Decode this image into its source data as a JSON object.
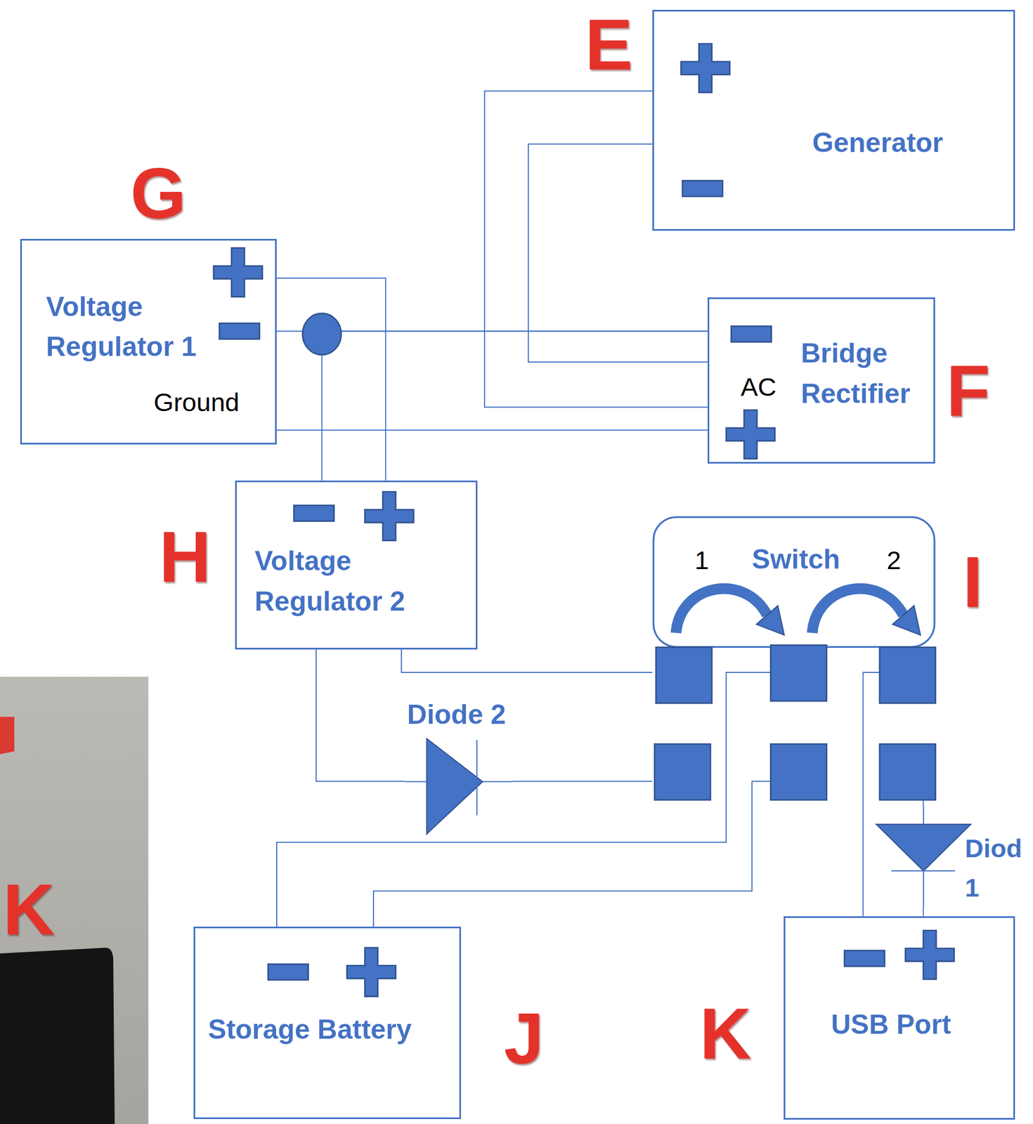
{
  "diagram": {
    "nodes": [
      {
        "text": [
          "Generator"
        ]
      },
      {
        "text": [
          "Voltage Regulator 1",
          "Ground"
        ]
      },
      {
        "text": [
          "Bridge Rectifier",
          "AC"
        ]
      },
      {
        "text": [
          "Voltage Regulator 2"
        ]
      },
      {
        "text": [
          "1",
          "Switch",
          "2"
        ]
      },
      {
        "text": [
          "Diode 2"
        ]
      },
      {
        "text": [
          "Diod 1"
        ]
      },
      {
        "text": [
          "Storage Battery"
        ]
      },
      {
        "text": [
          "USB Port"
        ]
      }
    ],
    "edges": [
      {
        "from": 0,
        "to": 2,
        "arrow": "none"
      },
      {
        "from": 0,
        "to": 2,
        "arrow": "none"
      },
      {
        "from": 2,
        "to": 1,
        "arrow": "none"
      },
      {
        "from": 2,
        "to": 3,
        "arrow": "none"
      },
      {
        "from": 2,
        "to": 1,
        "arrow": "none"
      },
      {
        "from": 1,
        "to": 3,
        "arrow": "none"
      },
      {
        "from": 3,
        "to": 4,
        "arrow": "none"
      },
      {
        "from": 3,
        "to": 5,
        "arrow": "none"
      },
      {
        "from": 5,
        "to": 4,
        "arrow": "none"
      },
      {
        "from": 7,
        "to": 4,
        "arrow": "none"
      },
      {
        "from": 7,
        "to": 4,
        "arrow": "none"
      },
      {
        "from": 4,
        "to": 8,
        "arrow": "none"
      },
      {
        "from": 4,
        "to": 6,
        "arrow": "none"
      },
      {
        "from": 6,
        "to": 8,
        "arrow": "none"
      }
    ],
    "labels": [
      "E",
      "G",
      "F",
      "H",
      "I",
      "K",
      "K",
      "J"
    ]
  }
}
